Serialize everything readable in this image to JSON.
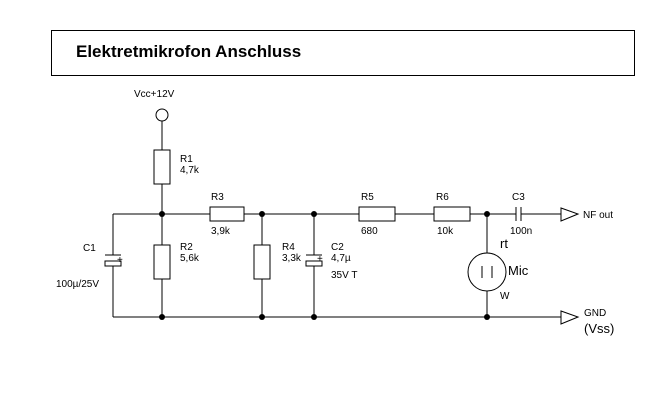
{
  "title": "Elektretmikrofon Anschluss",
  "labels": {
    "vcc": "Vcc+12V",
    "r1_name": "R1",
    "r1_value": "4,7k",
    "r2_name": "R2",
    "r2_value": "5,6k",
    "r3_name": "R3",
    "r3_value": "3,9k",
    "r4_name": "R4",
    "r4_value": "3,3k",
    "r5_name": "R5",
    "r5_value": "680",
    "r6_name": "R6",
    "r6_value": "10k",
    "c1_name": "C1",
    "c1_value": "100µ/25V",
    "c2_name": "C2",
    "c2_value": "4,7µ",
    "c2_rating": "35V T",
    "c3_name": "C3",
    "c3_value": "100n",
    "nf_out": "NF out",
    "gnd": "GND",
    "vss": "(Vss)",
    "mic": "Mic",
    "mic_rt": "rt",
    "mic_w": "W",
    "plus1": "+",
    "plus2": "+"
  }
}
